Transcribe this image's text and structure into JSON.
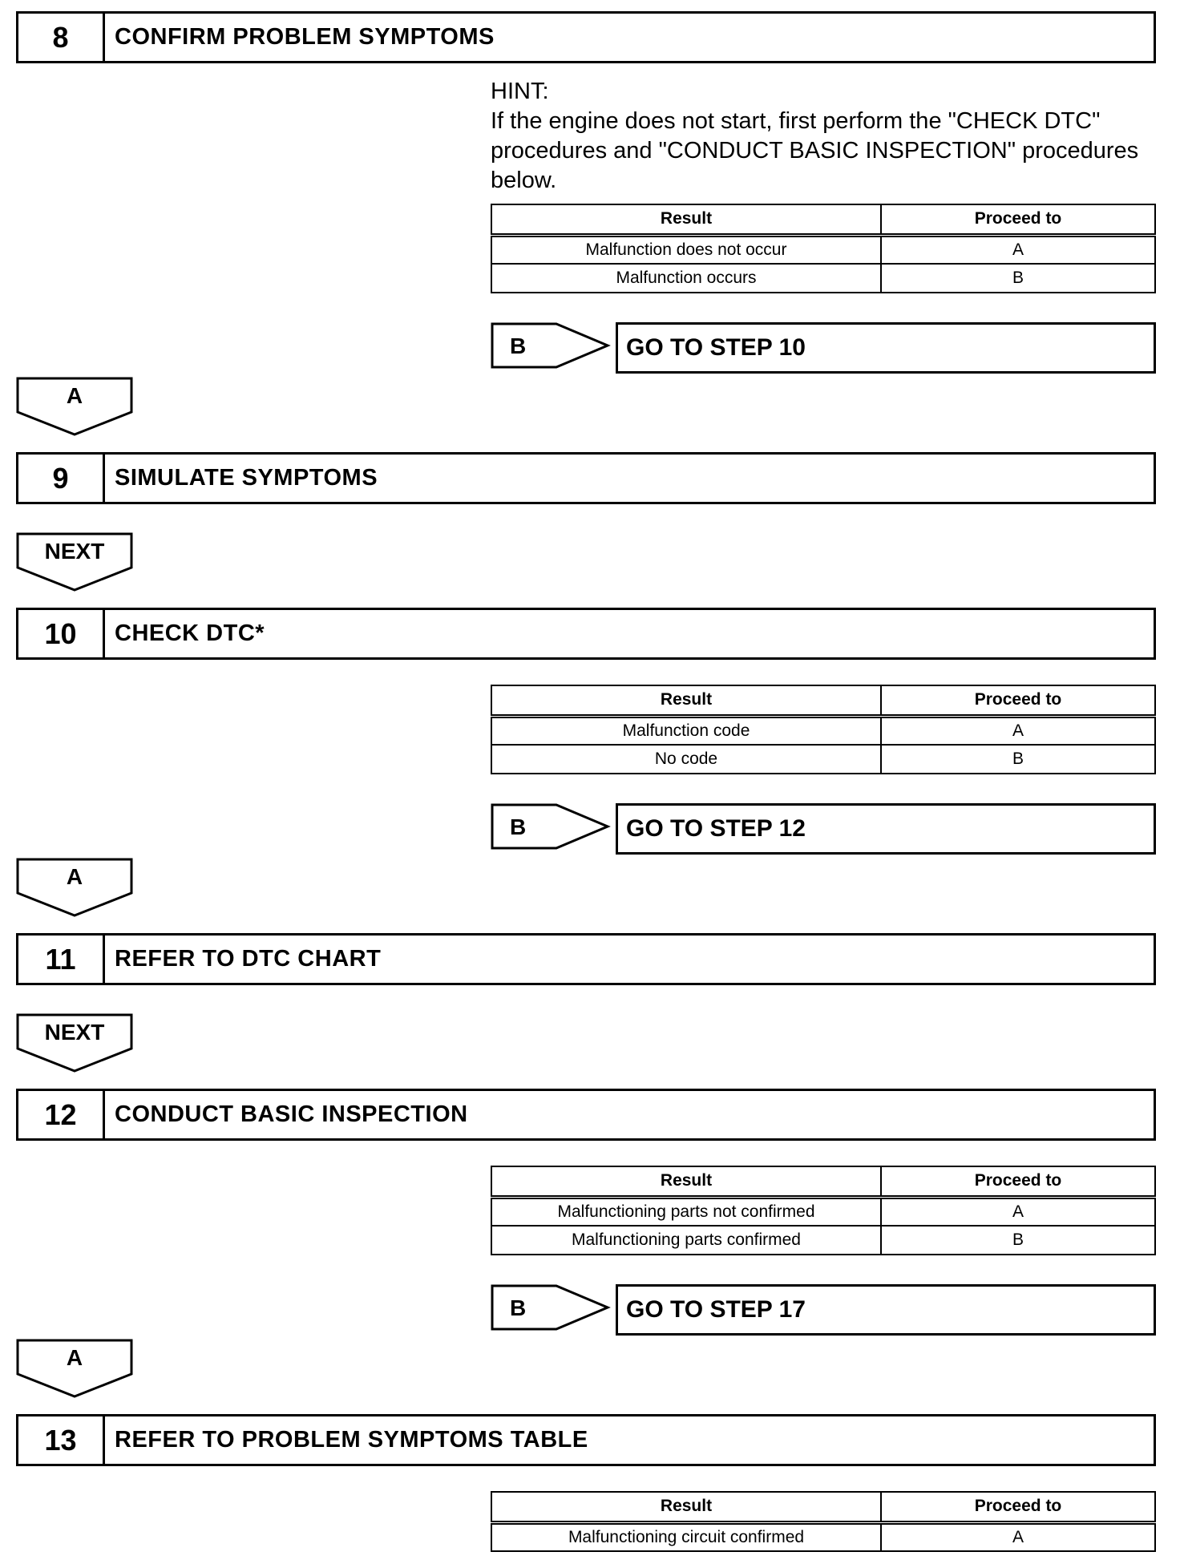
{
  "steps": [
    {
      "number": "8",
      "title": "CONFIRM PROBLEM SYMPTOMS"
    },
    {
      "number": "9",
      "title": "SIMULATE SYMPTOMS"
    },
    {
      "number": "10",
      "title": "CHECK DTC*"
    },
    {
      "number": "11",
      "title": "REFER TO DTC CHART"
    },
    {
      "number": "12",
      "title": "CONDUCT BASIC INSPECTION"
    },
    {
      "number": "13",
      "title": "REFER TO PROBLEM SYMPTOMS TABLE"
    }
  ],
  "hint": {
    "label": "HINT:",
    "text": "If the engine does not start, first perform the \"CHECK DTC\" procedures and \"CONDUCT BASIC INSPECTION\" procedures below."
  },
  "tables": [
    {
      "header": [
        "Result",
        "Proceed to"
      ],
      "rows": [
        [
          "Malfunction does not occur",
          "A"
        ],
        [
          "Malfunction occurs",
          "B"
        ]
      ]
    },
    {
      "header": [
        "Result",
        "Proceed to"
      ],
      "rows": [
        [
          "Malfunction code",
          "A"
        ],
        [
          "No code",
          "B"
        ]
      ]
    },
    {
      "header": [
        "Result",
        "Proceed to"
      ],
      "rows": [
        [
          "Malfunctioning parts not confirmed",
          "A"
        ],
        [
          "Malfunctioning parts confirmed",
          "B"
        ]
      ]
    },
    {
      "header": [
        "Result",
        "Proceed to"
      ],
      "rows": [
        [
          "Malfunctioning circuit confirmed",
          "A"
        ]
      ]
    }
  ],
  "branches": [
    {
      "letter": "B",
      "target": "GO TO STEP 10"
    },
    {
      "letter": "B",
      "target": "GO TO STEP 12"
    },
    {
      "letter": "B",
      "target": "GO TO STEP 17"
    }
  ],
  "arrows": [
    "A",
    "NEXT",
    "A",
    "NEXT",
    "A"
  ]
}
